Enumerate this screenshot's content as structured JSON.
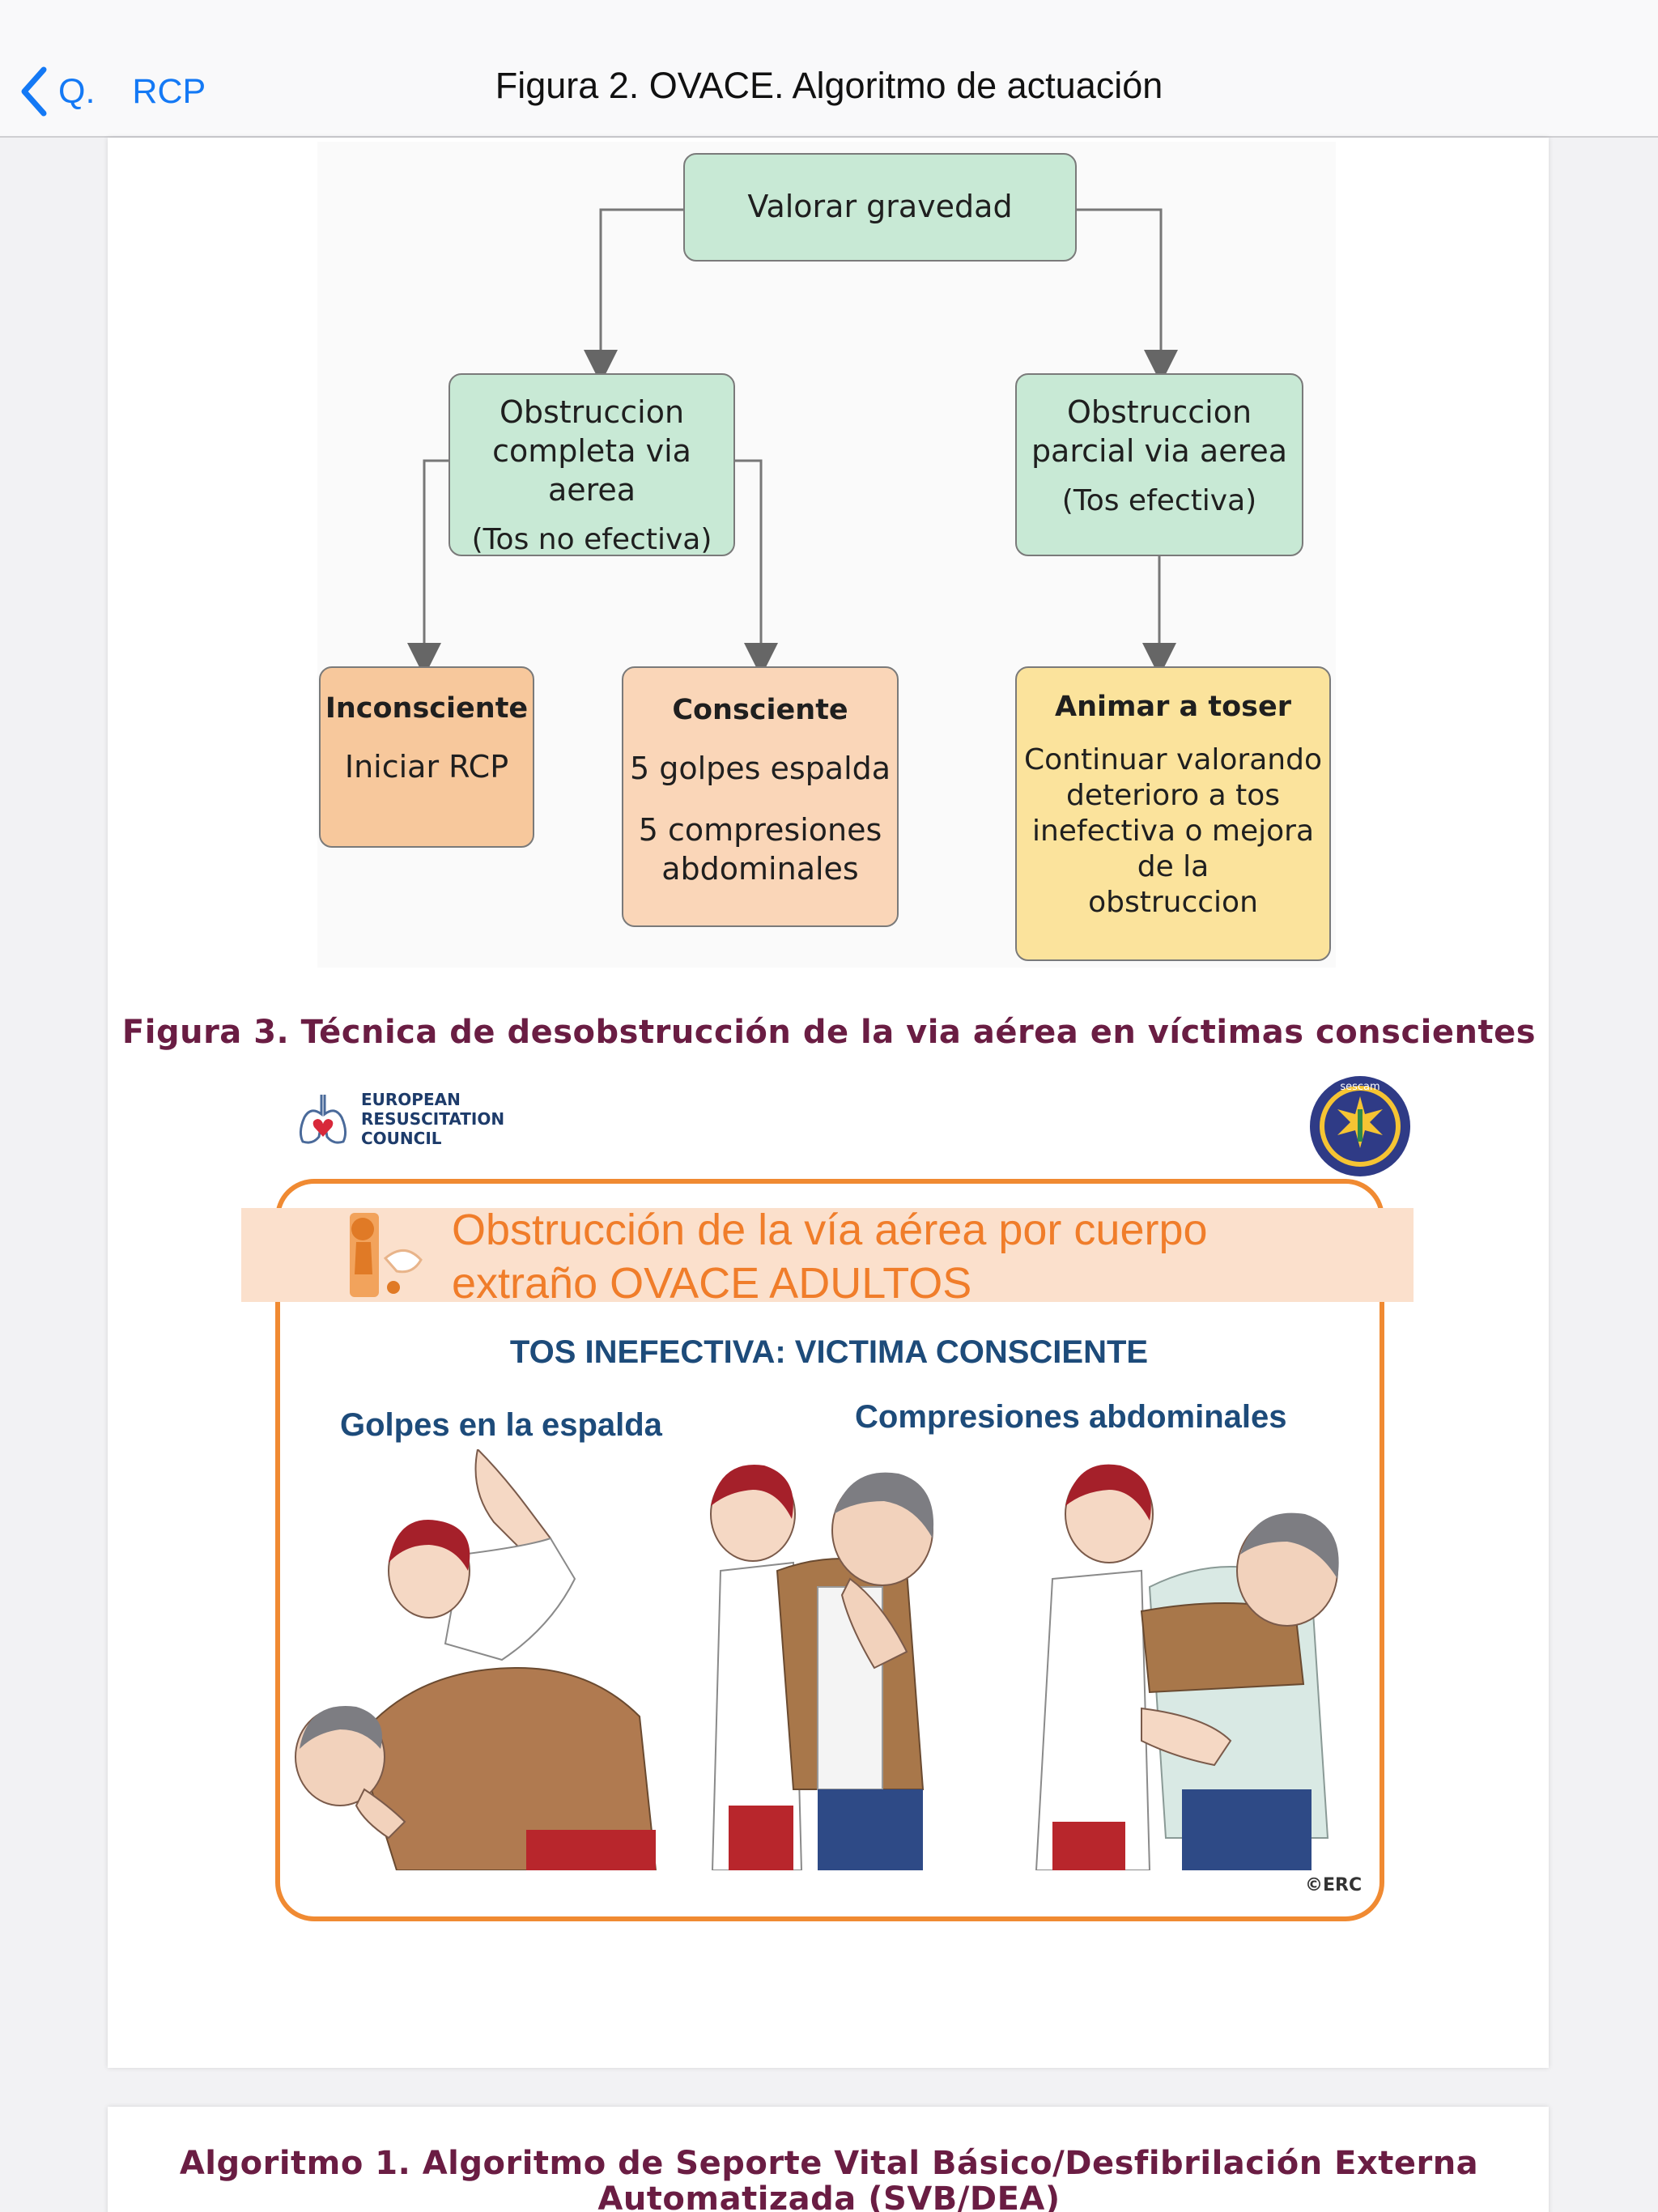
{
  "nav": {
    "back_short": "Q.",
    "back_label": "RCP",
    "title": "Figura 2. OVACE. Algoritmo de actuación"
  },
  "flowchart": {
    "root": "Valorar gravedad",
    "complete": {
      "title_line1": "Obstruccion",
      "title_line2": "completa via aerea",
      "note": "(Tos no efectiva)"
    },
    "partial": {
      "title_line1": "Obstruccion",
      "title_line2": "parcial via aerea",
      "note": "(Tos efectiva)"
    },
    "unconscious": {
      "heading": "Inconsciente",
      "action": "Iniciar RCP"
    },
    "conscious": {
      "heading": "Consciente",
      "action1": "5 golpes espalda",
      "action2_line1": "5 compresiones",
      "action2_line2": "abdominales"
    },
    "encourage": {
      "heading": "Animar a  toser",
      "line1": "Continuar valorando",
      "line2": "deterioro a tos",
      "line3": "inefectiva o mejora",
      "line4": "de la",
      "line5": "obstruccion"
    }
  },
  "figure3": {
    "caption": "Figura 3. Técnica de desobstrucción de la via aérea en víctimas conscientes",
    "erc_line1": "EUROPEAN",
    "erc_line2": "RESUSCITATION",
    "erc_line3": "COUNCIL",
    "sescam": "sescam",
    "poster_title_line1": "Obstrucción de la vía aérea por cuerpo",
    "poster_title_line2": "extraño OVACE  ADULTOS",
    "poster_subtitle": "TOS INEFECTIVA: VICTIMA CONSCIENTE",
    "left_label": "Golpes en la espalda",
    "right_label": "Compresiones  abdominales",
    "erc_mark": "©ERC"
  },
  "algoritmo1": {
    "caption_line1": "Algoritmo 1. Algoritmo de Seporte Vital Básico/Desfibrilación Externa",
    "caption_line2": "Automatizada (SVB/DEA)"
  },
  "colors": {
    "accent": "#1479f5",
    "caption": "#6a1d43",
    "box_green": "#c8e9d5",
    "box_orange": "#f7c89c",
    "box_yellow": "#fbe39c",
    "poster_orange": "#f08a32"
  }
}
